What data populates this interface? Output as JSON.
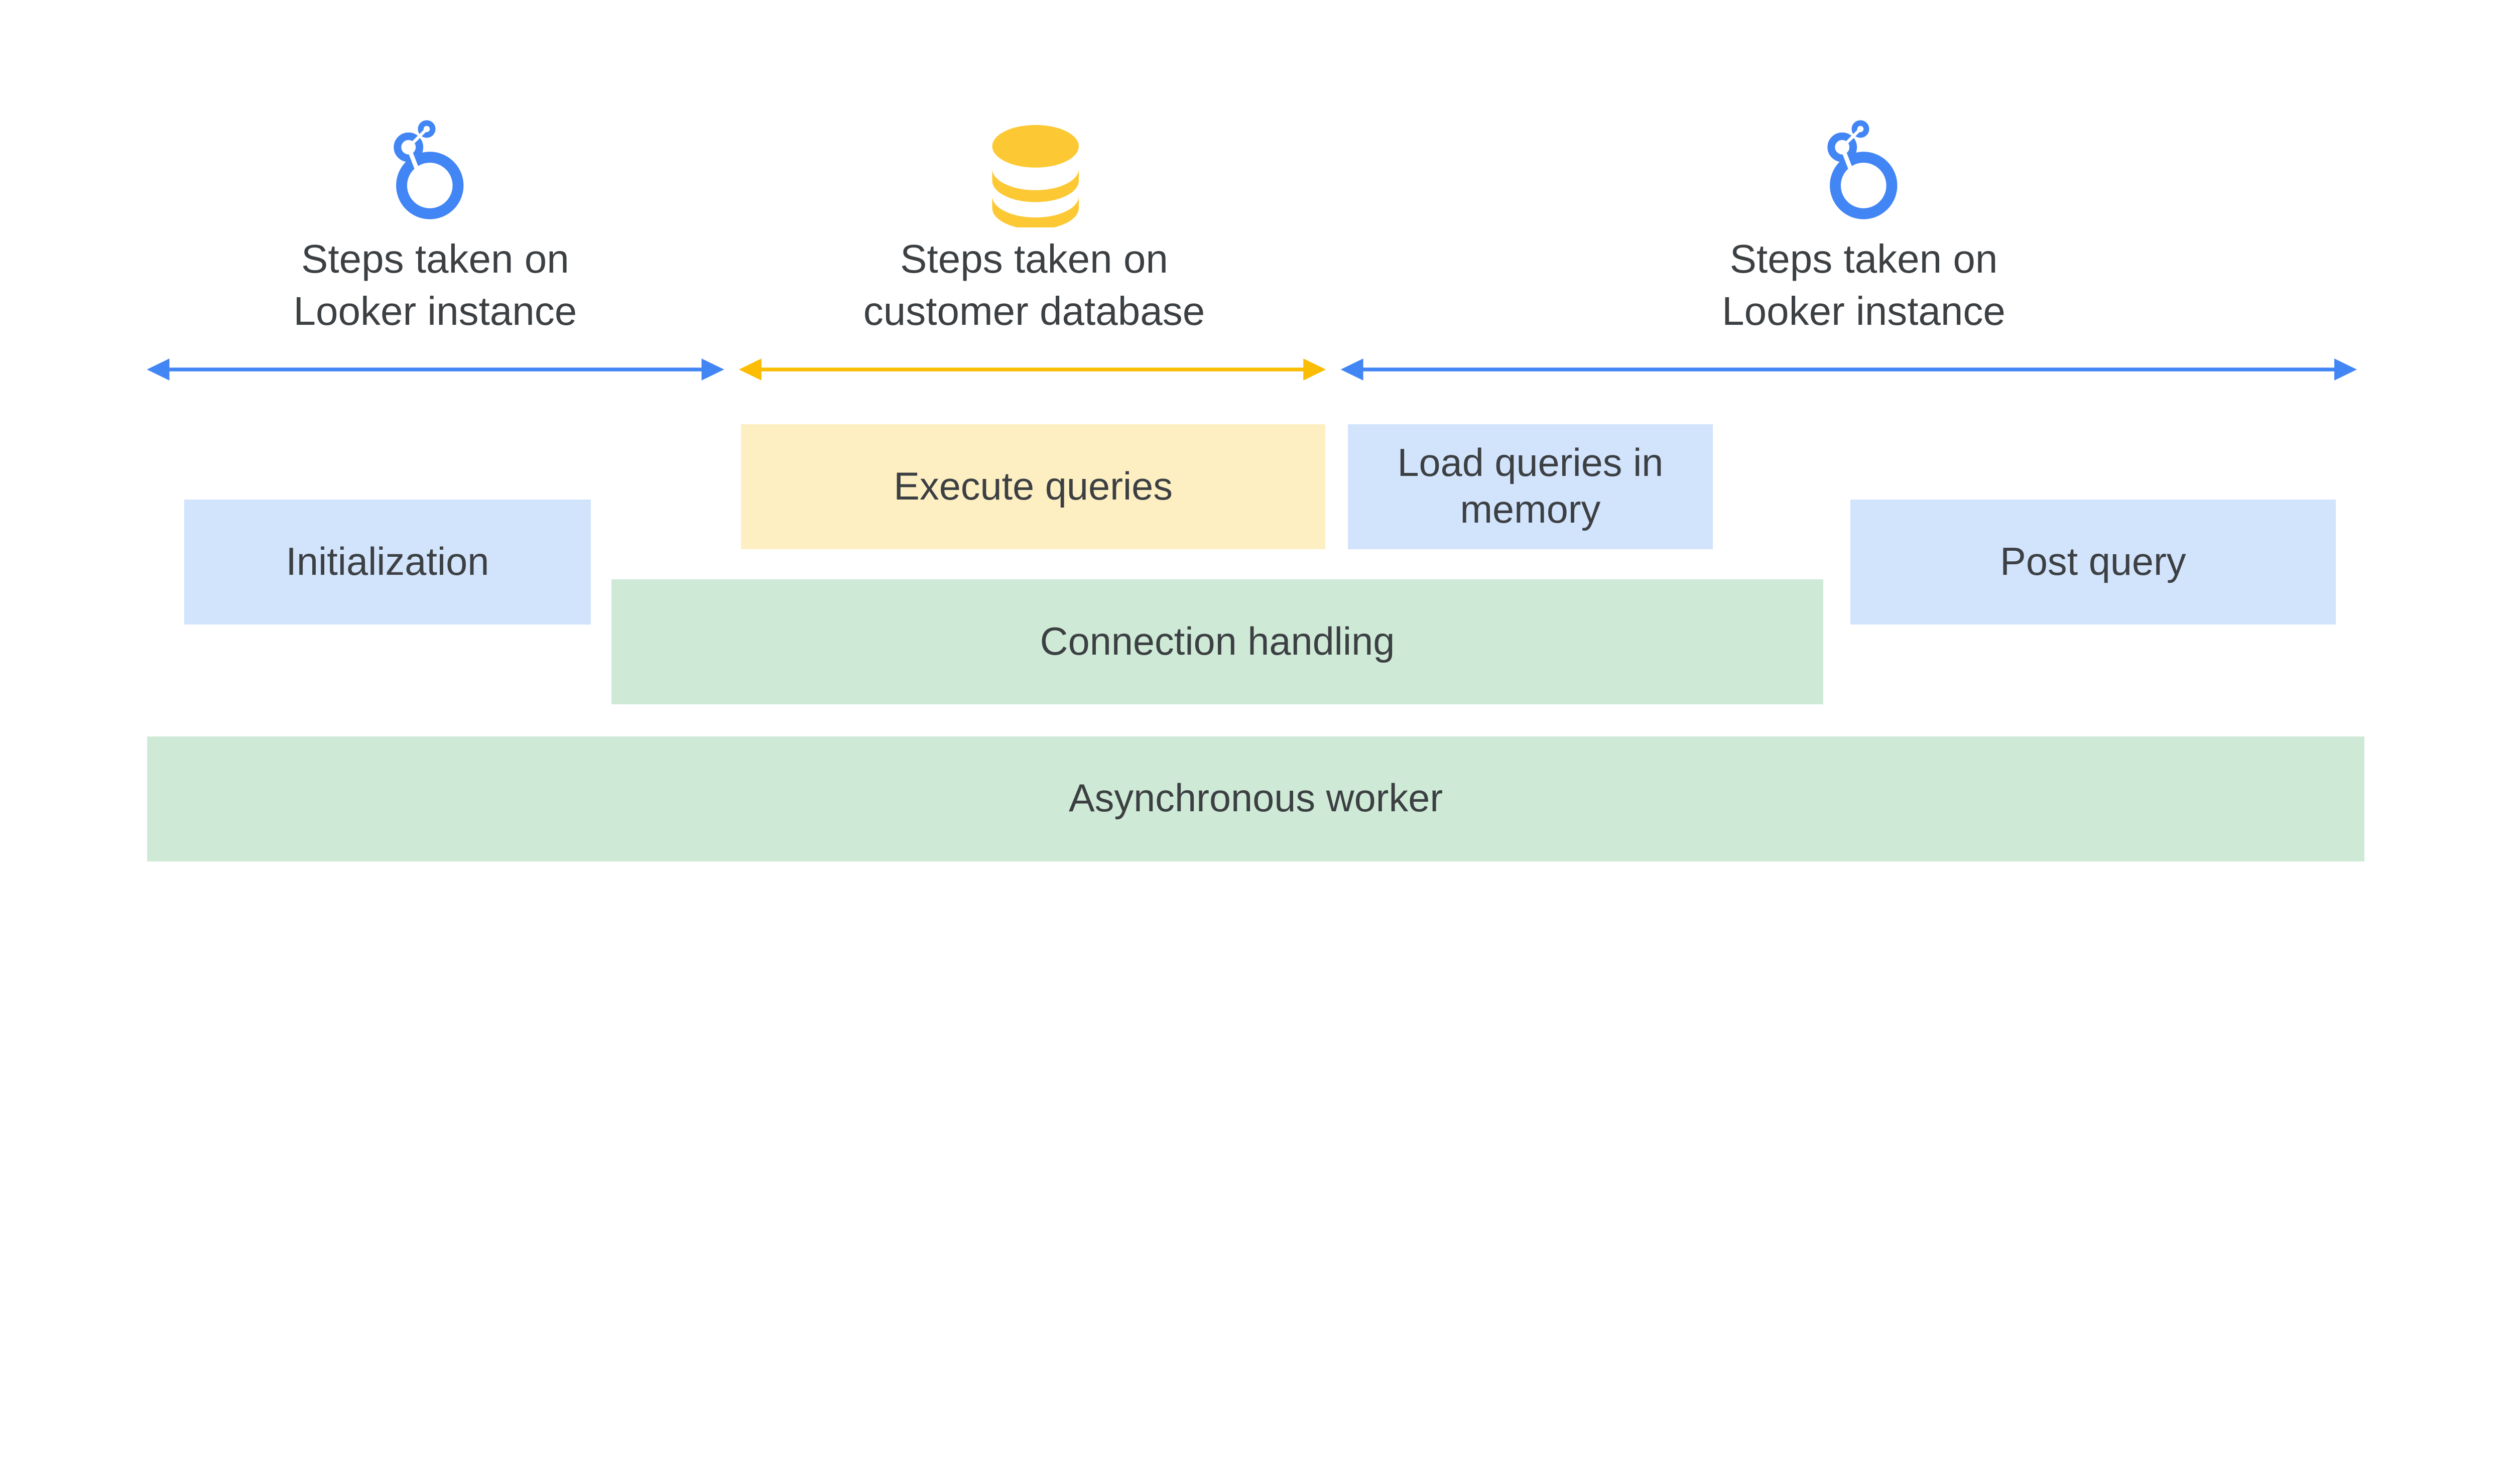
{
  "colors": {
    "looker_blue": "#4285f4",
    "database_yellow": "#fbbc04",
    "database_icon": "#fcc934",
    "text": "#3c4043",
    "box_blue": "#d2e3fc",
    "box_yellow": "#feefc3",
    "box_green": "#ceead6"
  },
  "sections": [
    {
      "icon": "looker-logo-icon",
      "line1": "Steps taken on",
      "line2": "Looker instance"
    },
    {
      "icon": "database-icon",
      "line1": "Steps taken on",
      "line2": "customer database"
    },
    {
      "icon": "looker-logo-icon",
      "line1": "Steps taken on",
      "line2": "Looker instance"
    }
  ],
  "boxes": {
    "initialization": "Initialization",
    "execute_queries": "Execute queries",
    "load_queries": "Load queries in memory",
    "post_query": "Post query",
    "connection_handling": "Connection handling",
    "asynchronous_worker": "Asynchronous worker"
  }
}
